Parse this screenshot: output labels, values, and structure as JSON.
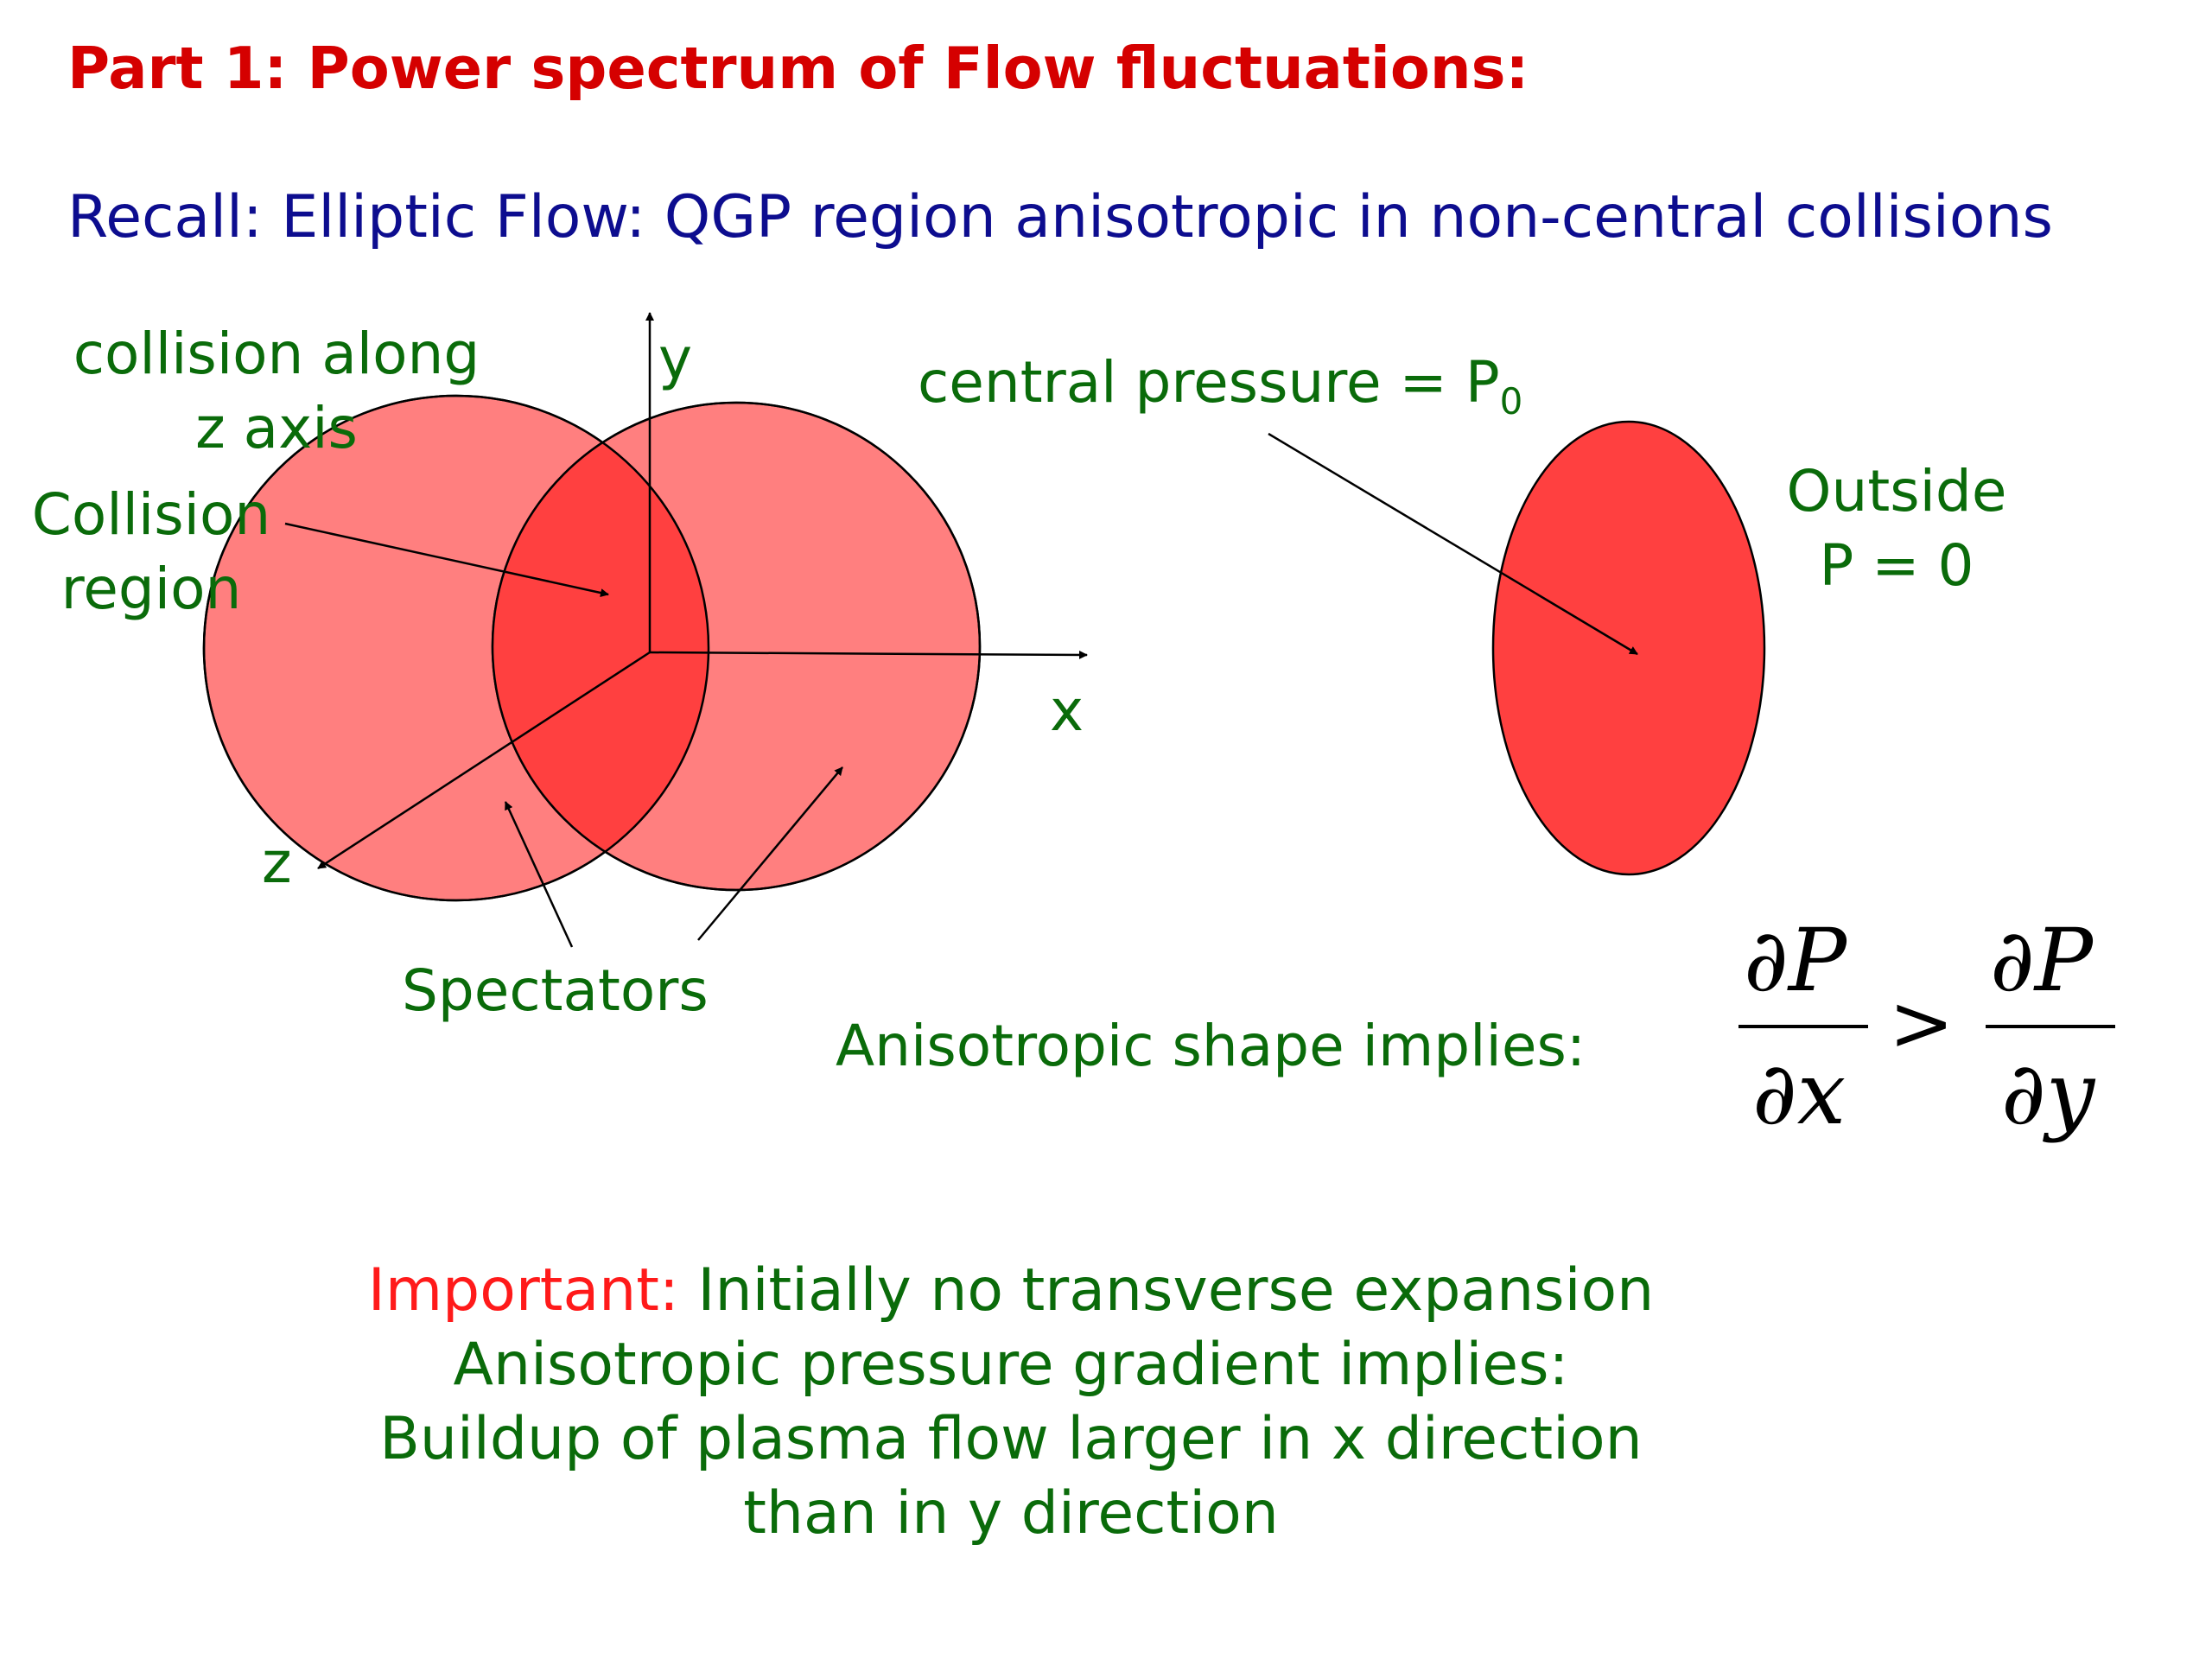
{
  "slide": {
    "title": "Part 1:  Power spectrum of Flow fluctuations:",
    "recall": "Recall: Elliptic Flow:  QGP region anisotropic in non-central collisions"
  },
  "left_diagram": {
    "collision_label_line1": "collision along",
    "collision_label_line2": "z axis",
    "region_label_line1": "Collision",
    "region_label_line2": "region",
    "axis_y": "y",
    "axis_x": "x",
    "axis_z": "z",
    "spectators": "Spectators"
  },
  "right_diagram": {
    "central_pressure": "central pressure = P",
    "central_pressure_sub": "0",
    "outside_line1": "Outside",
    "outside_line2": "P = 0"
  },
  "equation": {
    "lead": "Anisotropic shape implies:",
    "num_left": "∂P",
    "den_left": "∂x",
    "relation": ">",
    "num_right": "∂P",
    "den_right": "∂y"
  },
  "bottom": {
    "important_label": "Important:",
    "line1_rest": " Initially no transverse expansion",
    "line2": "Anisotropic pressure gradient implies:",
    "line3": "Buildup of plasma flow larger in x direction",
    "line4": "than in y direction"
  },
  "colors": {
    "title": "#d50000",
    "recall": "#0d0d8f",
    "green_text": "#0a6b0a",
    "nucleus_fill": "#ff7f7f",
    "overlap_fill": "#ff4040",
    "ellipse_fill": "#ff4040",
    "important": "#ff1a1a"
  }
}
